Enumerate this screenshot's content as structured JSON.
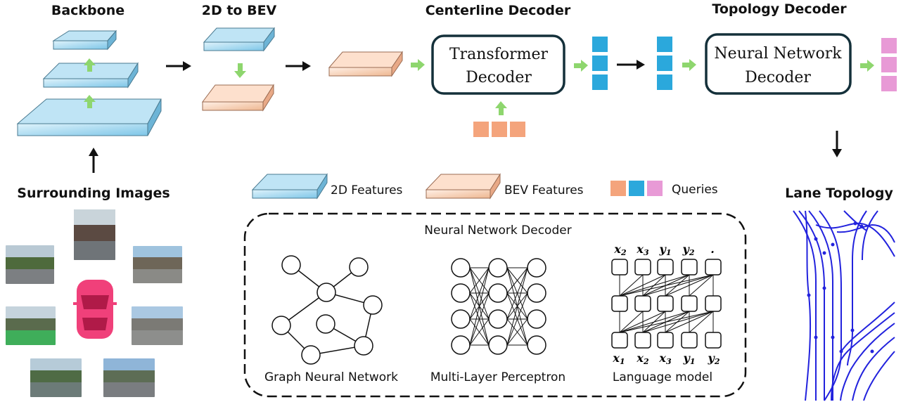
{
  "stages": {
    "backbone": "Backbone",
    "to_bev": "2D to BEV",
    "centerline": "Centerline Decoder",
    "topology": "Topology Decoder",
    "surrounding": "Surrounding Images",
    "lane_topology": "Lane Topology"
  },
  "blocks": {
    "transformer_line1": "Transformer",
    "transformer_line2": "Decoder",
    "nn_line1": "Neural Network",
    "nn_line2": "Decoder"
  },
  "legend": {
    "features_2d": "2D Features",
    "features_bev": "BEV Features",
    "queries": "Queries"
  },
  "nn_panel": {
    "title": "Neural Network Decoder",
    "gnn": "Graph Neural Network",
    "mlp": "Multi-Layer Perceptron",
    "lm": "Language model",
    "lm_top_tokens": [
      "x2",
      "x3",
      "y1",
      "y2",
      "."
    ],
    "lm_bottom_tokens": [
      "x1",
      "x2",
      "x3",
      "y1",
      "y2"
    ]
  },
  "colors": {
    "feature_2d": "#8fd0ee",
    "feature_bev": "#f3c4a6",
    "query_orange": "#f4a47c",
    "query_blue": "#2ba8dc",
    "query_pink": "#e89ad6",
    "green_arrow": "#8ed66e",
    "dark_border": "#14303a",
    "lane_blue": "#2222dd",
    "car_pink": "#f0407a"
  },
  "icons": {
    "car": "car-top-view-icon",
    "photos": "camera-photo-icon"
  }
}
